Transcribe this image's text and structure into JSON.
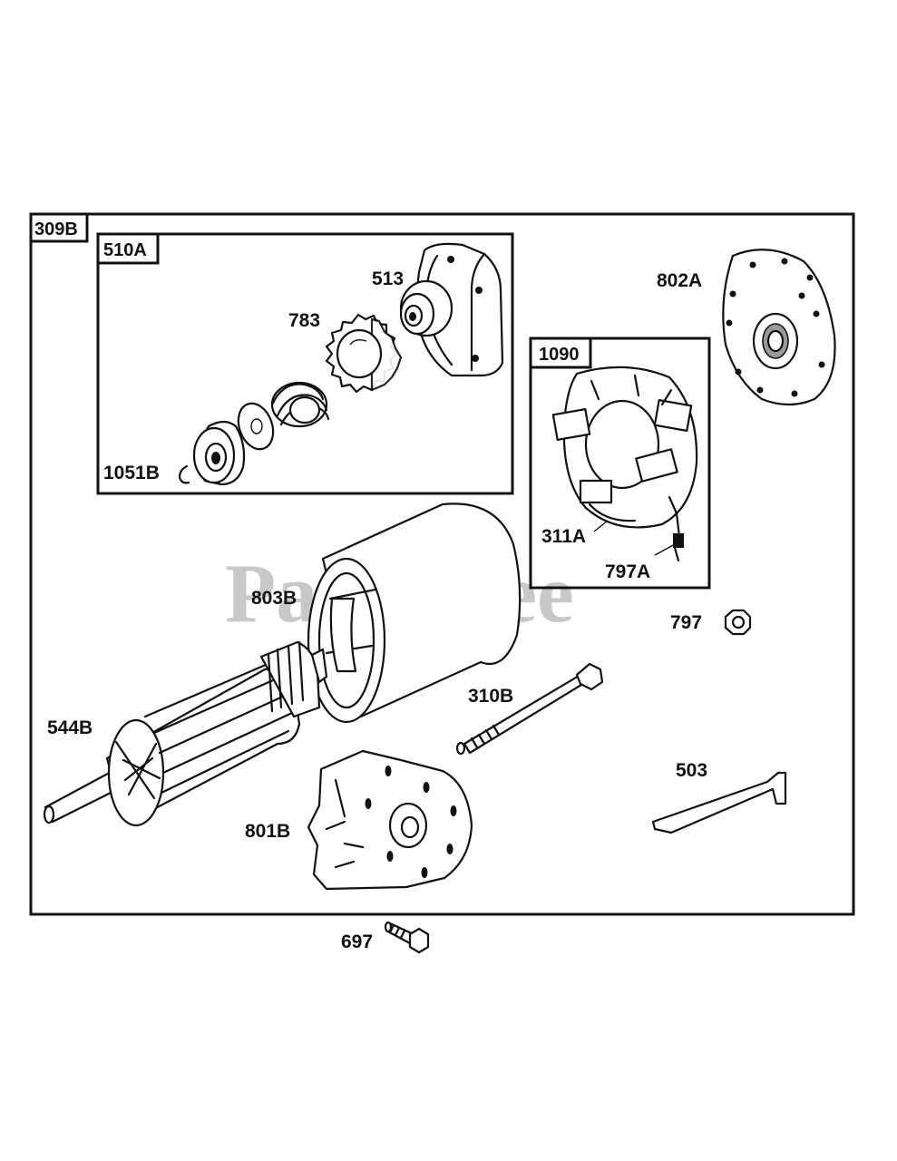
{
  "watermark": "PartsTree",
  "boxes": {
    "outer": "309B",
    "drive": "510A",
    "brush_holder": "1090"
  },
  "labels": {
    "p513": "513",
    "p783": "783",
    "p1051b": "1051B",
    "p802a": "802A",
    "p311a": "311A",
    "p797a": "797A",
    "p797": "797",
    "p803b": "803B",
    "p310b": "310B",
    "p544b": "544B",
    "p503": "503",
    "p801b": "801B",
    "p697": "697"
  }
}
